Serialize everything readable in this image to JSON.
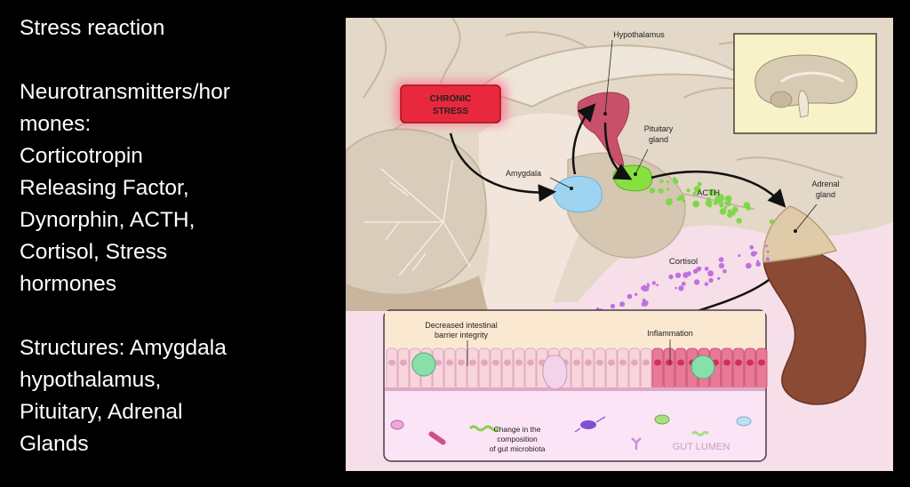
{
  "slide": {
    "title": "Stress reaction",
    "neurotransmitters_heading": "Neurotransmitters/hormones:",
    "neurotransmitters_lines": [
      "Neurotransmitters/hor",
      "mones:",
      "Corticotropin",
      "Releasing Factor,",
      "Dynorphin, ACTH,",
      "Cortisol, Stress",
      "hormones"
    ],
    "neurotransmitters": [
      "Corticotropin Releasing Factor",
      "Dynorphin",
      "ACTH",
      "Cortisol",
      "Stress hormones"
    ],
    "structures_lines": [
      "Structures: Amygdala",
      "hypothalamus,",
      "Pituitary, Adrenal",
      "Glands"
    ],
    "structures": [
      "Amygdala",
      "hypothalamus",
      "Pituitary",
      "Adrenal Glands"
    ]
  },
  "illustration": {
    "stress_box": {
      "line1": "CHRONIC",
      "line2": "STRESS"
    },
    "labels": {
      "hypothalamus": "Hypothalamus",
      "pituitary_line1": "Pituitary",
      "pituitary_line2": "gland",
      "amygdala": "Amygdala",
      "acth": "ACTH",
      "adrenal_line1": "Adrenal",
      "adrenal_line2": "gland",
      "cortisol": "Cortisol"
    },
    "gut_panel": {
      "barrier_line1": "Decreased intestinal",
      "barrier_line2": "barrier integrity",
      "inflammation": "Inflammation",
      "microbiota_line1": "Change in the",
      "microbiota_line2": "composition",
      "microbiota_line3": "of gut microbiota",
      "lumen": "GUT LUMEN"
    },
    "colors": {
      "stress_red": "#e8283c",
      "hypothalamus": "#c8506a",
      "pituitary": "#88e040",
      "amygdala": "#9fd4f0",
      "acth_particles": "#7ed84a",
      "cortisol_particles": "#c070e0",
      "kidney": "#8a4a34",
      "adrenal": "#e0cba8",
      "brain_tissue": "#e4d8c8",
      "background_pink": "#f6dfe8"
    }
  }
}
